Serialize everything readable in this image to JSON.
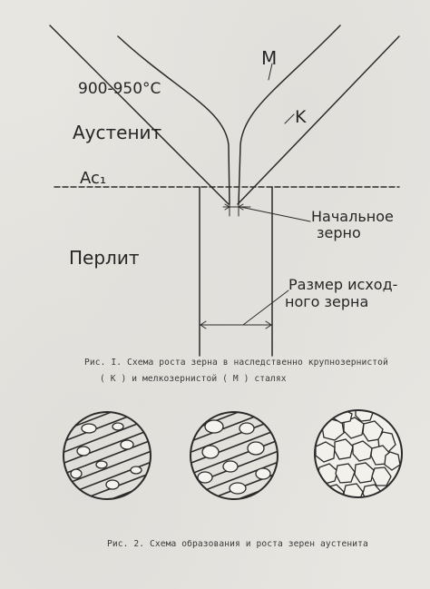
{
  "figure1": {
    "labels": {
      "temperature": "900-950°C",
      "M": "M",
      "K": "K",
      "austenite": "Аустенит",
      "ac1": "Ac₁",
      "initial_grain_l1": "Начальное",
      "initial_grain_l2": "зерно",
      "pearlite": "Перлит",
      "size_l1": "Размер исход-",
      "size_l2": "ного зерна"
    },
    "caption_l1": "Рис. I. Схема роста зерна в наследственно крупнозернистой",
    "caption_l2": "( К ) и мелкозернистой ( М ) сталях"
  },
  "figure2": {
    "caption": "Рис. 2. Схема образования и роста зерен аустенита"
  }
}
